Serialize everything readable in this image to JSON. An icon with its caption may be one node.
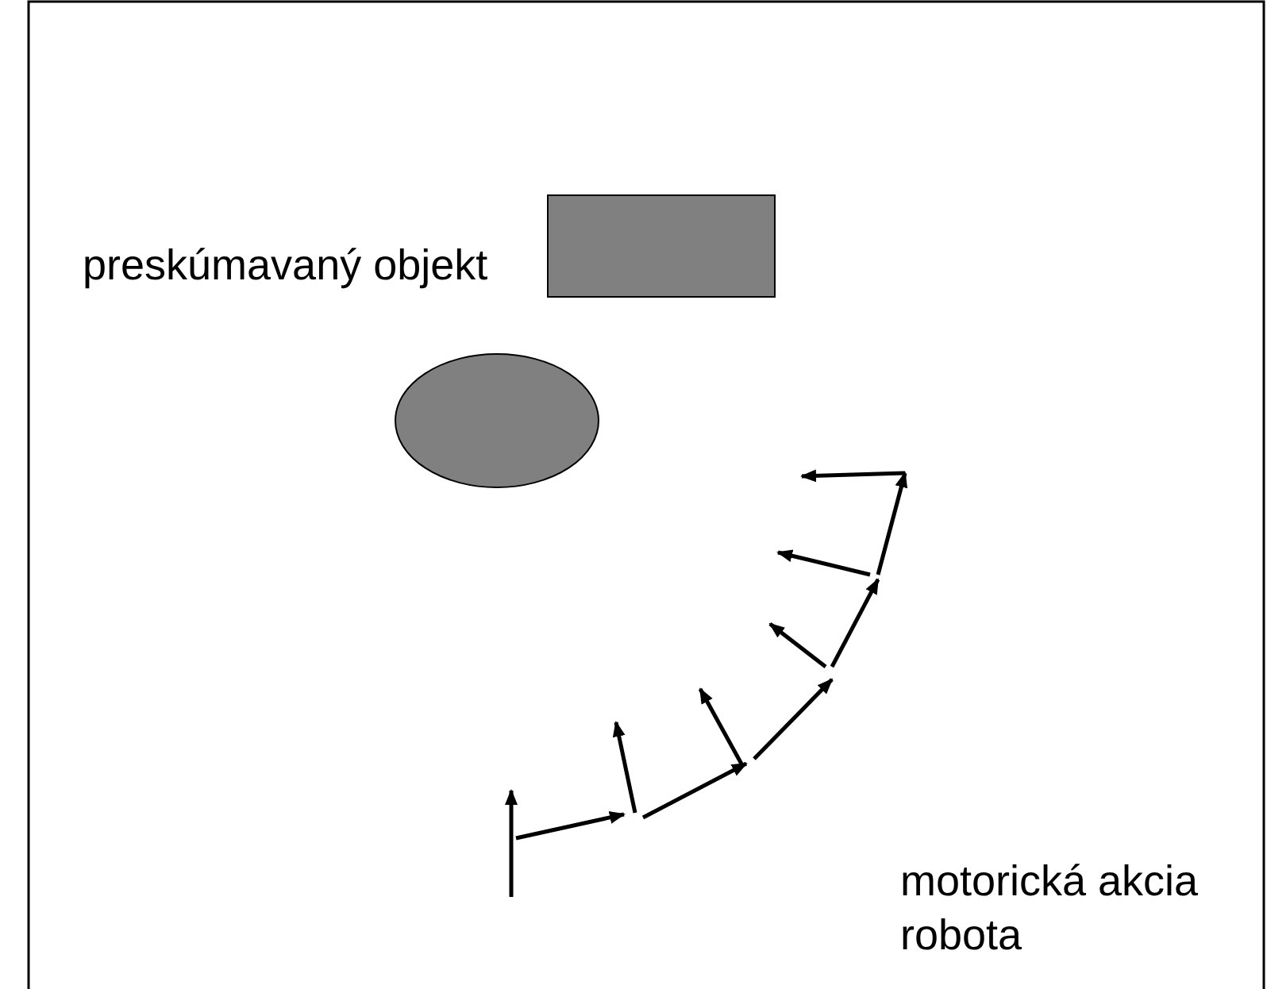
{
  "diagram": {
    "nodes": [
      {
        "text": [],
        "shape": "box"
      },
      {
        "text": [],
        "shape": "ellipse"
      }
    ],
    "labels": [
      "preskúmavaný objekt",
      "motorická akcia robota"
    ]
  }
}
